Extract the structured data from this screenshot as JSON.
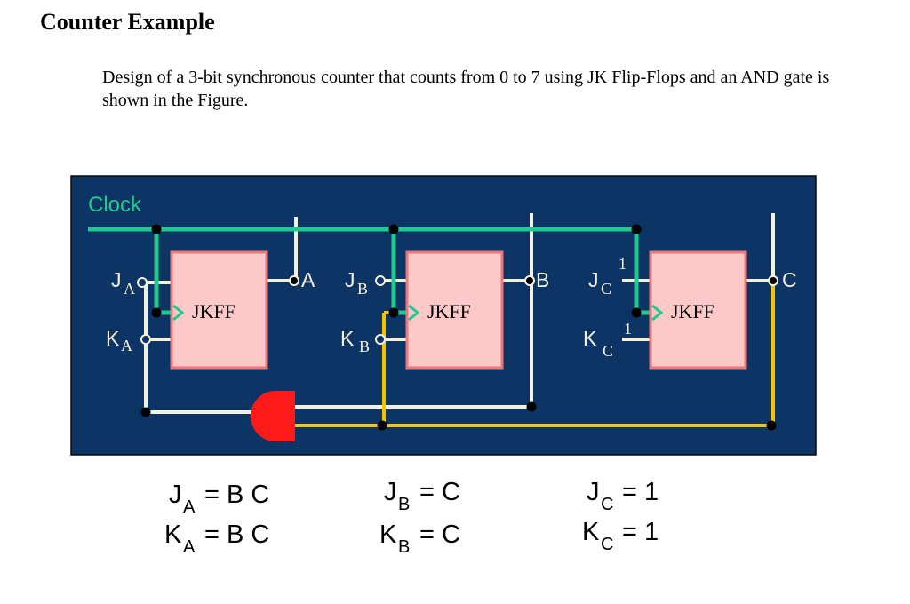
{
  "heading": "Counter Example",
  "description": "Design of a 3-bit synchronous counter that counts from 0 to 7 using JK Flip-Flops and an AND gate is shown in the Figure.",
  "diagram": {
    "clock_label": "Clock",
    "flipflops": [
      {
        "label": "JKFF",
        "j_main": "J",
        "j_sub": "A",
        "k_main": "K",
        "k_sub": "A",
        "output": "A"
      },
      {
        "label": "JKFF",
        "j_main": "J",
        "j_sub": "B",
        "k_main": "K",
        "k_sub": "B",
        "output": "B"
      },
      {
        "label": "JKFF",
        "j_main": "J",
        "j_sub": "C",
        "k_main": "K",
        "k_sub": "C",
        "output": "C",
        "j_const": "1",
        "k_const": "1"
      }
    ],
    "colors": {
      "background": "#0c3464",
      "clock_wire": "#1fc98f",
      "wire": "#f3f0df",
      "carry_wire": "#f5c400",
      "gate": "#ff1a1a",
      "ff_fill": "#fdc8c8",
      "ff_border": "#f07777"
    }
  },
  "equations": [
    {
      "lhs_main": "J",
      "lhs_sub": "A",
      "rhs": "= B C"
    },
    {
      "lhs_main": "K",
      "lhs_sub": "A",
      "rhs": "= B C"
    },
    {
      "lhs_main": "J",
      "lhs_sub": "B",
      "rhs": "= C"
    },
    {
      "lhs_main": "K",
      "lhs_sub": "B",
      "rhs": "= C"
    },
    {
      "lhs_main": "J",
      "lhs_sub": "C",
      "rhs": "= 1"
    },
    {
      "lhs_main": "K",
      "lhs_sub": "C",
      "rhs": "= 1"
    }
  ]
}
